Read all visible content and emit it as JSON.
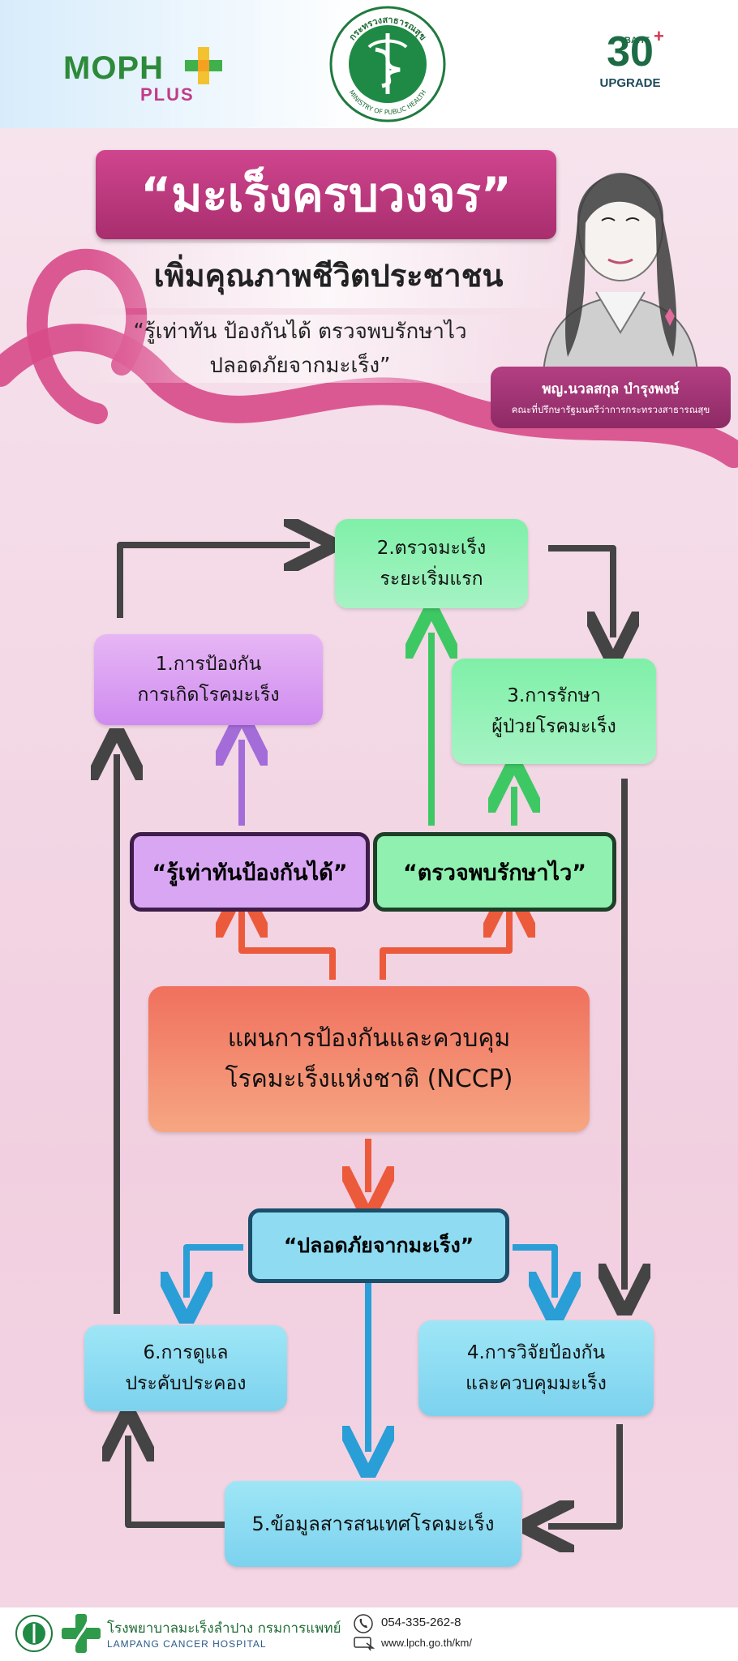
{
  "header": {
    "moph_brand": "MOPH",
    "moph_plus": "PLUS",
    "seal_top_text": "กระทรวงสาธารณสุข",
    "seal_bottom_text": "MINISTRY OF PUBLIC HEALTH",
    "baht_number": "30",
    "baht_label": "BAHT",
    "baht_upgrade": "UPGRADE"
  },
  "hero": {
    "title": "“มะเร็งครบวงจร”",
    "subtitle": "เพิ่มคุณภาพชีวิตประชาชน",
    "quote_line1": "“รู้เท่าทัน ป้องกันได้ ตรวจพบรักษาไว",
    "quote_line2": "ปลอดภัยจากมะเร็ง”",
    "person_name": "พญ.นวลสกุล บำรุงพงษ์",
    "person_position": "คณะที่ปรึกษารัฐมนตรีว่าการกระทรวงสาธารณสุข"
  },
  "flow": {
    "step1_line1": "1.การป้องกัน",
    "step1_line2": "การเกิดโรคมะเร็ง",
    "step2_line1": "2.ตรวจมะเร็ง",
    "step2_line2": "ระยะเริ่มแรก",
    "step3_line1": "3.การรักษา",
    "step3_line2": "ผู้ป่วยโรคมะเร็ง",
    "step4_line1": "4.การวิจัยป้องกัน",
    "step4_line2": "และควบคุมมะเร็ง",
    "step5": "5.ข้อมูลสารสนเทศโรคมะเร็ง",
    "step6_line1": "6.การดูแล",
    "step6_line2": "ประคับประคอง",
    "aware": "“รู้เท่าทันป้องกันได้”",
    "detect": "“ตรวจพบรักษาไว”",
    "nccp_line1": "แผนการป้องกันและควบคุม",
    "nccp_line2": "โรคมะเร็งแห่งชาติ (NCCP)",
    "safe": "“ปลอดภัยจากมะเร็ง”"
  },
  "footer": {
    "hospital_th": "โรงพยาบาลมะเร็งลำปาง กรมการแพทย์",
    "hospital_en": "LAMPANG CANCER HOSPITAL",
    "phone": "054-335-262-8",
    "website": "www.lpch.go.th/km/"
  },
  "colors": {
    "title_bg": "#c03c84",
    "ribbon": "#d84a8a",
    "pink_box": "#d89cf2",
    "green_box": "#8ff1b4",
    "blue_box": "#8adcf2",
    "nccp_box": "#f38a70",
    "arrow_dark": "#404040",
    "arrow_red": "#ec5a3c",
    "arrow_green": "#3ec864",
    "arrow_purple": "#a46cd8",
    "arrow_blue": "#2a9ed6"
  }
}
